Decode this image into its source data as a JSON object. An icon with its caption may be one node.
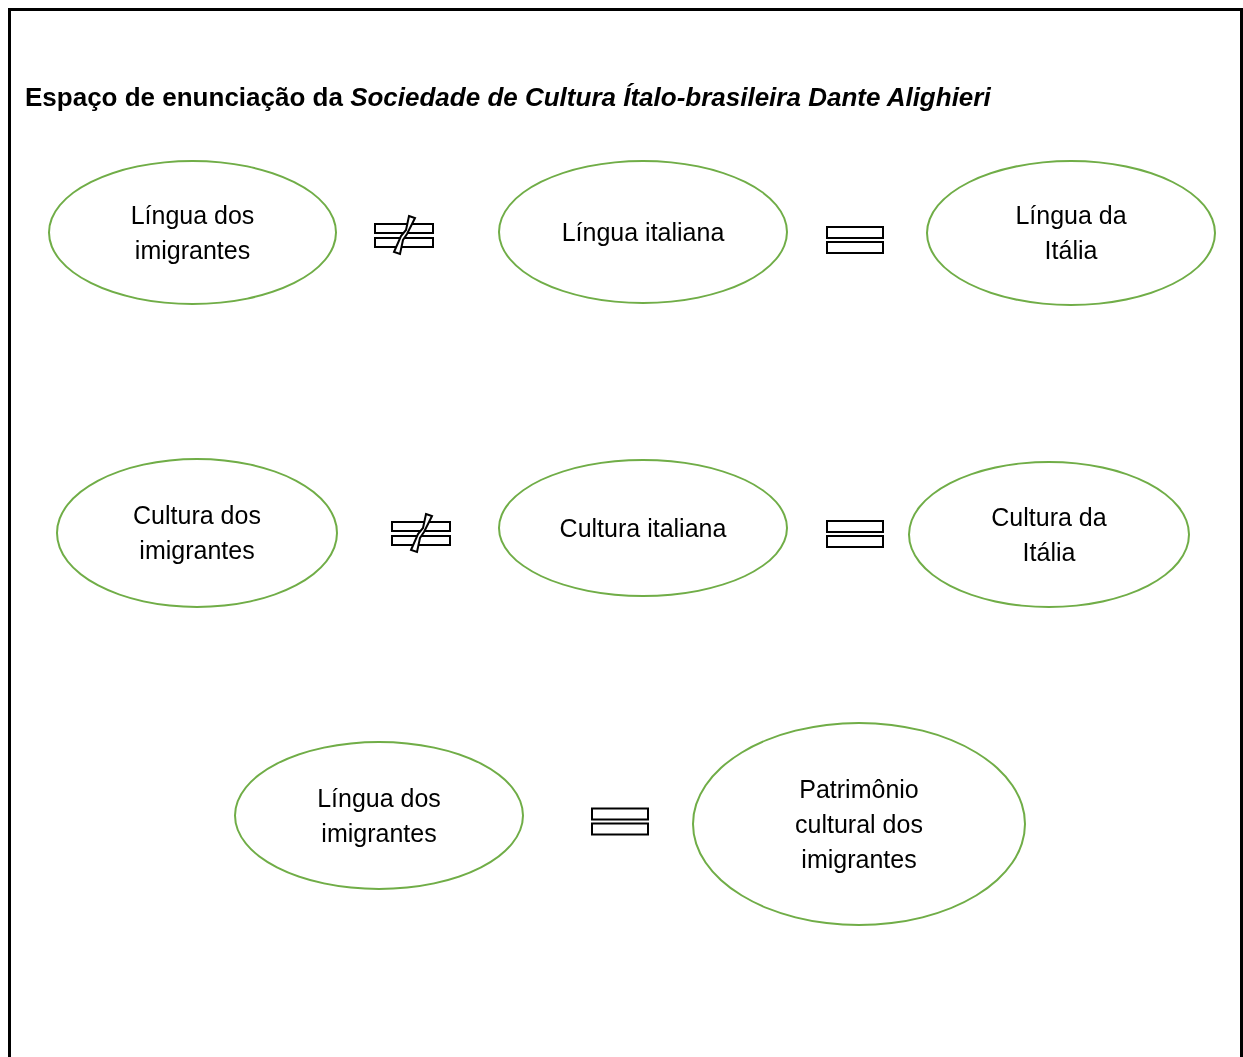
{
  "diagram": {
    "title": "Espaço de enunciação da *Sociedade de Cultura Ítalo-brasileira Dante Alighieri*",
    "nodes": [
      {
        "text": [
          "Língua dos imigrantes"
        ]
      },
      {
        "text": [],
        "shape": "not-equal"
      },
      {
        "text": [
          "Língua italiana"
        ]
      },
      {
        "text": [],
        "shape": "equals"
      },
      {
        "text": [
          "Língua da Itália"
        ]
      },
      {
        "text": [
          "Cultura dos imigrantes"
        ]
      },
      {
        "text": [],
        "shape": "not-equal"
      },
      {
        "text": [
          "Cultura italiana"
        ]
      },
      {
        "text": [],
        "shape": "equals"
      },
      {
        "text": [
          "Cultura da Itália"
        ]
      },
      {
        "text": [
          "Língua dos imigrantes"
        ]
      },
      {
        "text": [],
        "shape": "equals"
      },
      {
        "text": [
          "Patrimônio cultural dos imigrantes"
        ]
      }
    ]
  }
}
